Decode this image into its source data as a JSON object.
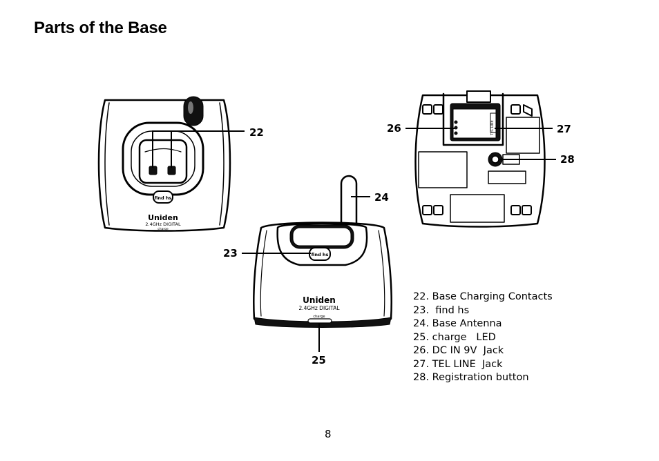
{
  "page": {
    "title": "Parts of the Base",
    "page_number": "8"
  },
  "device": {
    "brand": "Uniden",
    "model_label": "2.4GHz DIGITAL",
    "charge_label": "charge",
    "button_label": "find hs",
    "port_label": "TEL LINE"
  },
  "callouts": {
    "c22": "22",
    "c23": "23",
    "c24": "24",
    "c25": "25",
    "c26": "26",
    "c27": "27",
    "c28": "28"
  },
  "legend": [
    "22. Base Charging Contacts",
    "23.  find hs",
    "24. Base Antenna",
    "25. charge   LED",
    "26. DC IN 9V  Jack",
    "27. TEL LINE  Jack",
    "28. Registration button"
  ]
}
